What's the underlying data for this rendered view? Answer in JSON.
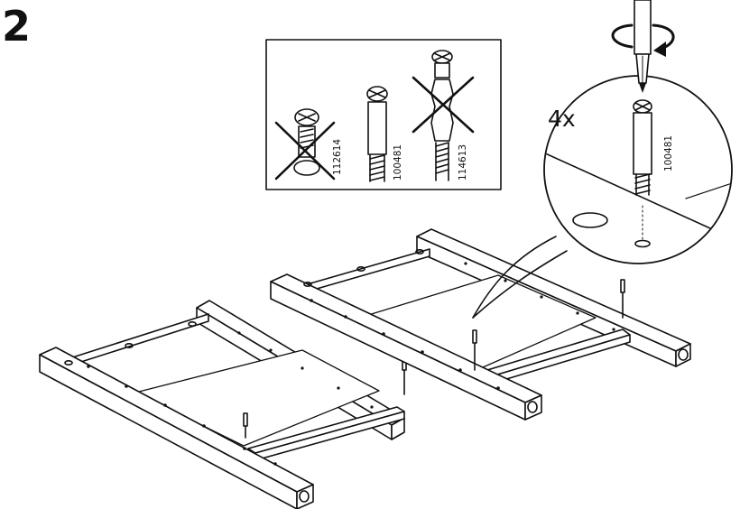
{
  "step": {
    "number": "2"
  },
  "parts_box": {
    "parts": [
      {
        "code": "112614",
        "status": "incorrect"
      },
      {
        "code": "100481",
        "status": "correct"
      },
      {
        "code": "114613",
        "status": "incorrect"
      }
    ]
  },
  "detail": {
    "quantity": "4x",
    "part_code": "100481"
  }
}
